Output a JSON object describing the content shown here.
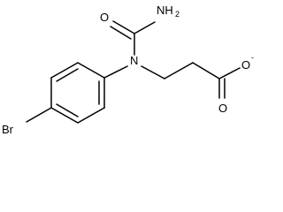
{
  "molecule": {
    "labels": {
      "amide_nitrogen": "NH",
      "amide_nitrogen_subscript": "2",
      "amide_oxygen": "O",
      "central_nitrogen": "N",
      "bromine": "Br",
      "carbonyl_oxygen": "O",
      "carboxylate_oxygen": "O",
      "charge": "-"
    }
  }
}
